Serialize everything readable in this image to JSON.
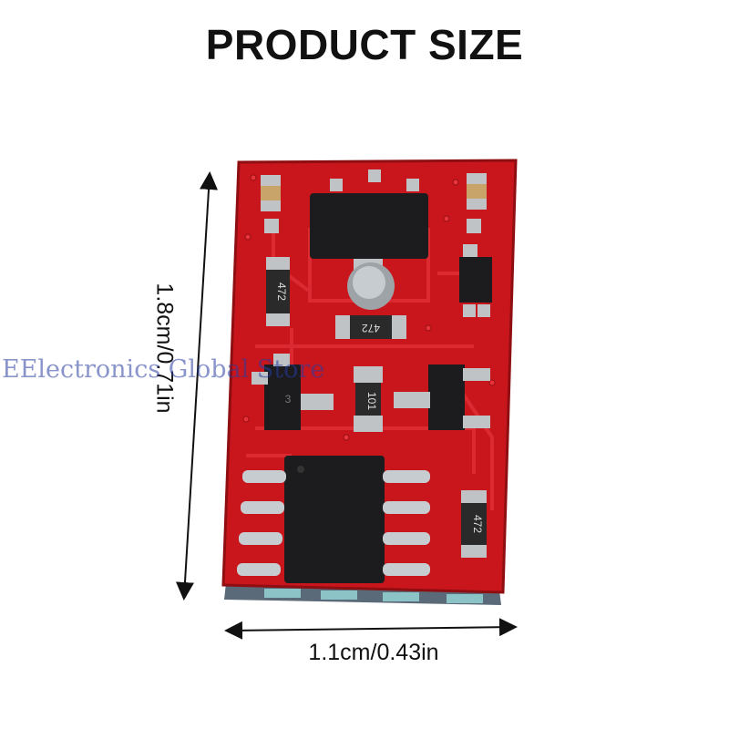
{
  "title": "PRODUCT SIZE",
  "dimensions": {
    "height_label": "1.8cm/0.71in",
    "width_label": "1.1cm/0.43in"
  },
  "watermark": "EElectronics Global Store",
  "pcb": {
    "board_color": "#c8161c",
    "component_markings": [
      "472",
      "472",
      "101",
      "3",
      "472"
    ]
  },
  "colors": {
    "text": "#111111",
    "board_red": "#c8161c",
    "chip_black": "#1c1c1e",
    "pad_silver": "#bfc3c6",
    "watermark_blue": "#3c4aa0"
  }
}
